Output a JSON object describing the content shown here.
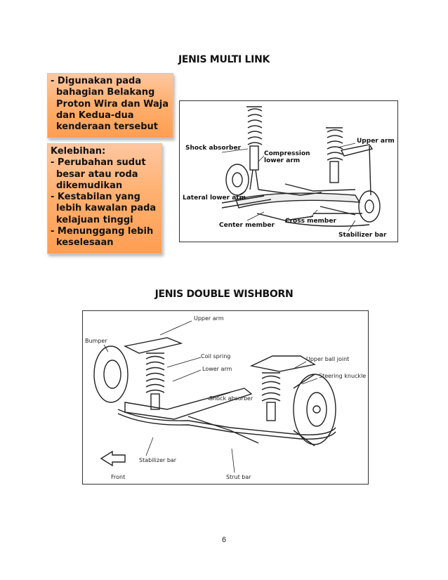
{
  "titles": {
    "multi_link": "JENIS MULTI LINK",
    "double_wishborn": "JENIS DOUBLE WISHBORN"
  },
  "usage_box": {
    "lines": [
      "- Digunakan pada",
      "bahagian Belakang",
      "Proton Wira dan Waja",
      "dan Kedua-dua",
      "kenderaan tersebut"
    ]
  },
  "advantages_box": {
    "lines": [
      "Kelebihan:",
      "- Perubahan sudut",
      "besar atau roda",
      "dikemudikan",
      "- Kestabilan yang",
      "lebih kawalan pada",
      "kelajuan tinggi",
      "- Menunggang lebih",
      "keselesaan"
    ]
  },
  "multi_link_figure": {
    "labels": {
      "shock_absorber": "Shock absorber",
      "upper_arm": "Upper arm",
      "compression": "Compression",
      "lower_arm": "lower arm",
      "lateral_lower_arm": "Lateral lower arm",
      "center_member": "Center member",
      "cross_member": "Cross member",
      "stabilizer_bar": "Stabilizer bar"
    }
  },
  "double_wishbone_figure": {
    "labels": {
      "upper_arm": "Upper arm",
      "bumper": "Bumper",
      "coil_spring": "Coil spring",
      "lower_arm": "Lower arm",
      "upper_ball_joint": "Upper ball joint",
      "steering_knuckle": "Steering knuckle",
      "shock_absorber": "Shock absorber",
      "stabilizer_bar": "Stabilizer bar",
      "strut_bar": "Strut bar",
      "front": "Front"
    }
  },
  "page_number": "6",
  "colors": {
    "box_fill": "#ffb070",
    "box_border": "#c8c8c8"
  }
}
